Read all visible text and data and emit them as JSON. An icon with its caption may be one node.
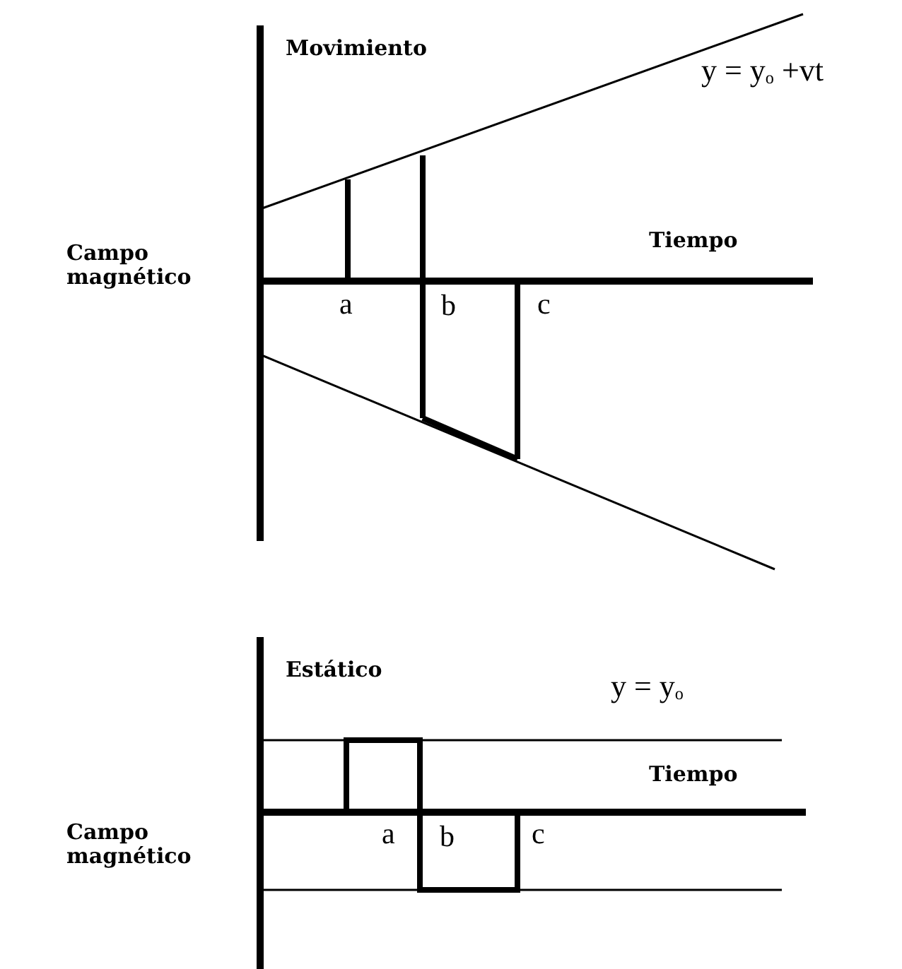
{
  "diagram": {
    "labels": [
      "Movimiento",
      "y = y$_{o}$ +vt",
      "Campo magnético",
      "Tiempo",
      "a",
      "b",
      "c",
      "Estático",
      "y = y$_{o}$",
      "Campo magnético",
      "Tiempo",
      "a",
      "b",
      "c"
    ]
  }
}
